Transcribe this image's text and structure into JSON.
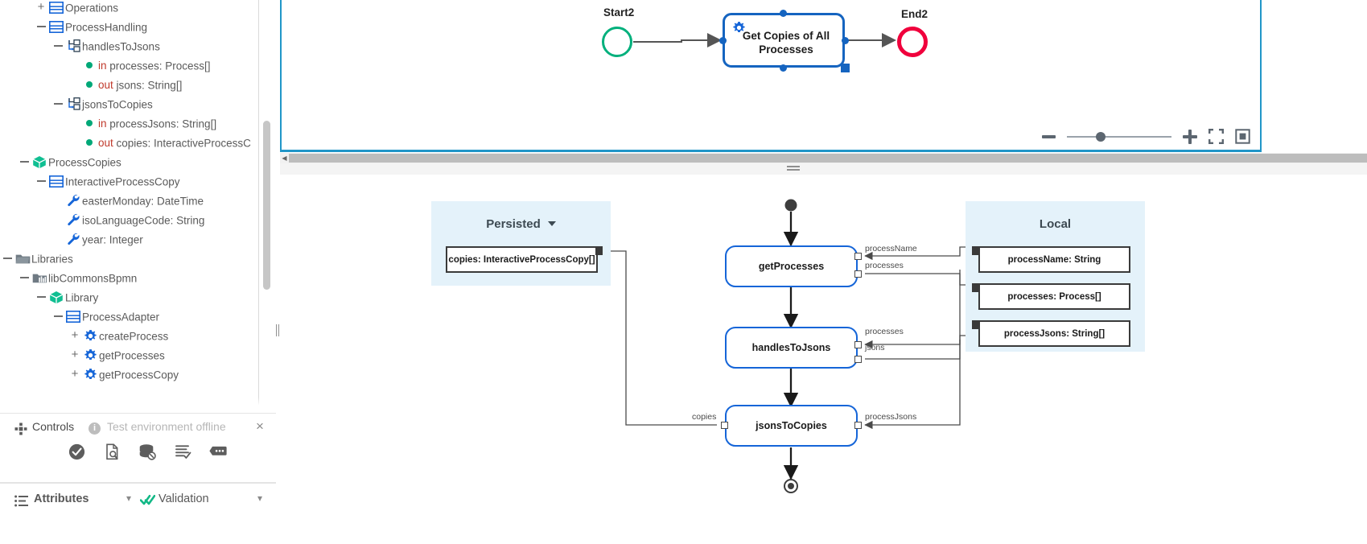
{
  "sidebar": {
    "tree": [
      {
        "indent": 1,
        "toggle": "plus",
        "icon": "entity-icon",
        "label": "Operations",
        "kind": "entity"
      },
      {
        "indent": 1,
        "toggle": "minus",
        "icon": "entity-icon",
        "label": "ProcessHandling",
        "kind": "entity"
      },
      {
        "indent": 2,
        "toggle": "minus",
        "icon": "process-icon",
        "label": "handlesToJsons",
        "kind": "process"
      },
      {
        "indent": 3,
        "toggle": "none",
        "icon": "param-dot-icon",
        "label": "processes: Process[]",
        "kind": "param",
        "direction": "in"
      },
      {
        "indent": 3,
        "toggle": "none",
        "icon": "param-dot-icon",
        "label": "jsons: String[]",
        "kind": "param",
        "direction": "out"
      },
      {
        "indent": 2,
        "toggle": "minus",
        "icon": "process-icon",
        "label": "jsonsToCopies",
        "kind": "process"
      },
      {
        "indent": 3,
        "toggle": "none",
        "icon": "param-dot-icon",
        "label": "processJsons: String[]",
        "kind": "param",
        "direction": "in"
      },
      {
        "indent": 3,
        "toggle": "none",
        "icon": "param-dot-icon",
        "label": "copies: InteractiveProcessC",
        "kind": "param",
        "direction": "out"
      },
      {
        "indent": 0,
        "toggle": "minus",
        "icon": "package-icon",
        "label": "ProcessCopies",
        "kind": "package"
      },
      {
        "indent": 1,
        "toggle": "minus",
        "icon": "entity-icon",
        "label": "InteractiveProcessCopy",
        "kind": "entity"
      },
      {
        "indent": 2,
        "toggle": "none",
        "icon": "wrench-icon",
        "label": "easterMonday: DateTime",
        "kind": "attribute"
      },
      {
        "indent": 2,
        "toggle": "none",
        "icon": "wrench-icon",
        "label": "isoLanguageCode: String",
        "kind": "attribute"
      },
      {
        "indent": 2,
        "toggle": "none",
        "icon": "wrench-icon",
        "label": "year: Integer",
        "kind": "attribute"
      },
      {
        "indent": -1,
        "toggle": "minus",
        "icon": "folder-icon",
        "label": "Libraries",
        "kind": "folder"
      },
      {
        "indent": 0,
        "toggle": "minus",
        "icon": "library-folder-icon",
        "label": "libCommonsBpmn",
        "kind": "library"
      },
      {
        "indent": 1,
        "toggle": "minus",
        "icon": "package-icon",
        "label": "Library",
        "kind": "package"
      },
      {
        "indent": 2,
        "toggle": "minus",
        "icon": "entity-icon",
        "label": "ProcessAdapter",
        "kind": "entity"
      },
      {
        "indent": 3,
        "toggle": "plus",
        "icon": "gear-icon",
        "label": "createProcess",
        "kind": "operation"
      },
      {
        "indent": 3,
        "toggle": "plus",
        "icon": "gear-icon",
        "label": "getProcesses",
        "kind": "operation"
      },
      {
        "indent": 3,
        "toggle": "plus",
        "icon": "gear-icon",
        "label": "getProcessCopy",
        "kind": "operation"
      }
    ],
    "controls": {
      "title": "Controls",
      "status": "Test environment offline",
      "close_label": "×",
      "buttons": [
        {
          "name": "run-test-button",
          "icon": "check-circle-icon"
        },
        {
          "name": "inspect-document-button",
          "icon": "document-search-icon"
        },
        {
          "name": "clear-database-button",
          "icon": "database-disable-icon"
        },
        {
          "name": "log-check-button",
          "icon": "list-check-icon"
        },
        {
          "name": "more-options-button",
          "icon": "more-bubble-icon"
        }
      ]
    },
    "attributes_bar": {
      "attributes_label": "Attributes",
      "validation_label": "Validation"
    }
  },
  "bpmn": {
    "start_label": "Start2",
    "end_label": "End2",
    "task_label": "Get Copies of All Processes",
    "task_icon": "gear-icon",
    "zoom": {
      "minus_label": "zoom-out",
      "plus_label": "zoom-in",
      "fullscreen_label": "fullscreen",
      "fit_label": "fit-to-screen",
      "slider_value": 28
    },
    "colors": {
      "start": "#00b07c",
      "end": "#f0003c",
      "task_border": "#1564c0",
      "panel_border": "#2196c8"
    }
  },
  "flow": {
    "regions": [
      {
        "name": "persisted",
        "title": "Persisted",
        "has_chevron": true
      },
      {
        "name": "local",
        "title": "Local",
        "has_chevron": false
      }
    ],
    "persisted_boxes": [
      {
        "label": "copies: InteractiveProcessCopy[]"
      }
    ],
    "local_boxes": [
      {
        "label": "processName: String"
      },
      {
        "label": "processes: Process[]"
      },
      {
        "label": "processJsons: String[]"
      }
    ],
    "activities": [
      {
        "label": "getProcesses"
      },
      {
        "label": "handlesToJsons"
      },
      {
        "label": "jsonsToCopies"
      }
    ],
    "edge_labels": [
      {
        "label": "processName"
      },
      {
        "label": "processes"
      },
      {
        "label": "processes"
      },
      {
        "label": "jsons"
      },
      {
        "label": "copies"
      },
      {
        "label": "processJsons"
      }
    ]
  }
}
